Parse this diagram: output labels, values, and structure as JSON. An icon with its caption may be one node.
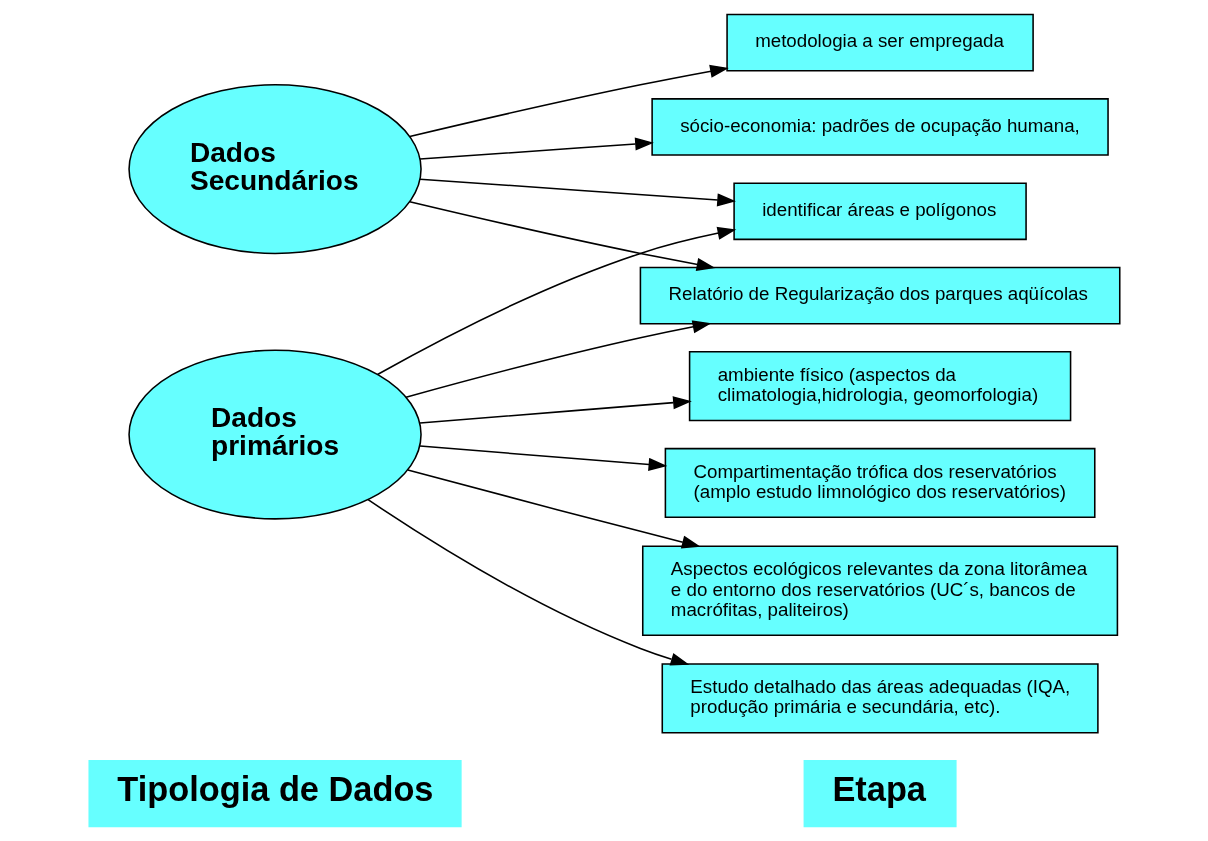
{
  "diagram": {
    "nodes": [
      {
        "text": [
          "Tipologia de Dados"
        ]
      },
      {
        "text": [
          "Etapa"
        ]
      },
      {
        "text": [
          "Dados Secundários"
        ]
      },
      {
        "text": [
          "Dados primários"
        ]
      },
      {
        "text": [
          "metodologia a ser empregada"
        ]
      },
      {
        "text": [
          "sócio-economia: padrões de ocupação humana,"
        ]
      },
      {
        "text": [
          "identificar áreas e polígonos"
        ]
      },
      {
        "text": [
          "Relatório de Regularização dos parques aqüícolas"
        ]
      },
      {
        "text": [
          "ambiente físico (aspectos da climatologia,hidrologia, geomorfologia)"
        ]
      },
      {
        "text": [
          "Compartimentação trófica dos reservatórios (amplo estudo limnológico dos reservatórios)"
        ]
      },
      {
        "text": [
          "Aspectos ecológicos relevantes da zona litorâmea e do entorno dos reservatórios (UC´s, bancos de macrófitas, paliteiros)"
        ]
      },
      {
        "text": [
          "Estudo detalhado das áreas adequadas (IQA, produção primária e secundária, etc)."
        ]
      }
    ],
    "edges": [
      {
        "from": 2,
        "to": 4,
        "arrow": "to"
      },
      {
        "from": 2,
        "to": 5,
        "arrow": "to"
      },
      {
        "from": 2,
        "to": 6,
        "arrow": "to"
      },
      {
        "from": 2,
        "to": 7,
        "arrow": "to"
      },
      {
        "from": 3,
        "to": 6,
        "arrow": "to"
      },
      {
        "from": 3,
        "to": 7,
        "arrow": "to"
      },
      {
        "from": 3,
        "to": 8,
        "arrow": "to"
      },
      {
        "from": 3,
        "to": 9,
        "arrow": "to"
      },
      {
        "from": 3,
        "to": 10,
        "arrow": "to"
      },
      {
        "from": 3,
        "to": 11,
        "arrow": "to"
      }
    ]
  }
}
